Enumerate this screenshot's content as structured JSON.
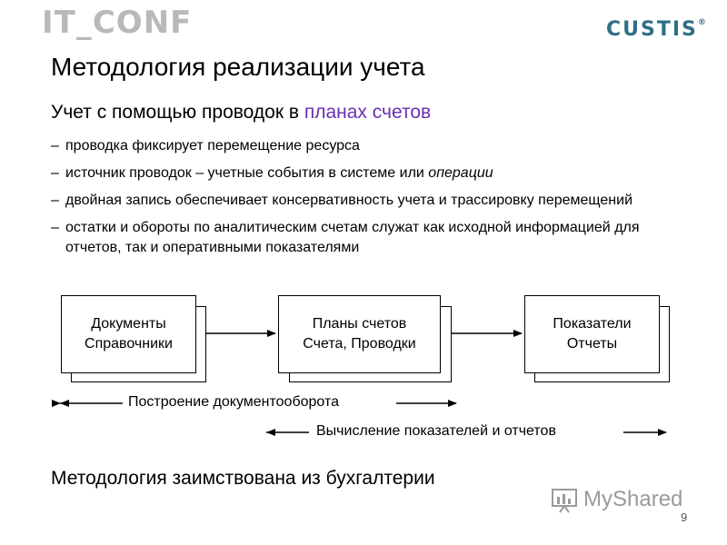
{
  "header": {
    "logo_left": "IT_CONF",
    "logo_right": "CUSTIS",
    "logo_right_mark": "®"
  },
  "slide": {
    "title": "Методология реализации учета",
    "subtitle_prefix": "Учет с помощью проводок в ",
    "subtitle_highlight": "планах счетов",
    "bullets": [
      {
        "dash": "–",
        "text": "проводка фиксирует перемещение ресурса"
      },
      {
        "dash": "–",
        "text_before": "источник проводок – учетные события в системе или ",
        "text_italic": "операции"
      },
      {
        "dash": "–",
        "text": "двойная запись обеспечивает консервативность учета и трассировку перемещений"
      },
      {
        "dash": "–",
        "text": "остатки и обороты по аналитическим счетам служат как исходной информацией для отчетов, так и оперативными показателями"
      }
    ],
    "diagram": {
      "boxes": [
        {
          "line1": "Документы",
          "line2": "Справочники"
        },
        {
          "line1": "Планы счетов",
          "line2": "Счета, Проводки"
        },
        {
          "line1": "Показатели",
          "line2": "Отчеты"
        }
      ],
      "range1_label": "Построение документооборота",
      "range2_label": "Вычисление показателей и отчетов"
    },
    "bottom_text": "Методология заимствована из бухгалтерии",
    "page_number": "9"
  },
  "watermark": {
    "text": "MyShared"
  },
  "colors": {
    "highlight": "#6b2fb3",
    "custis": "#2e6f86"
  }
}
